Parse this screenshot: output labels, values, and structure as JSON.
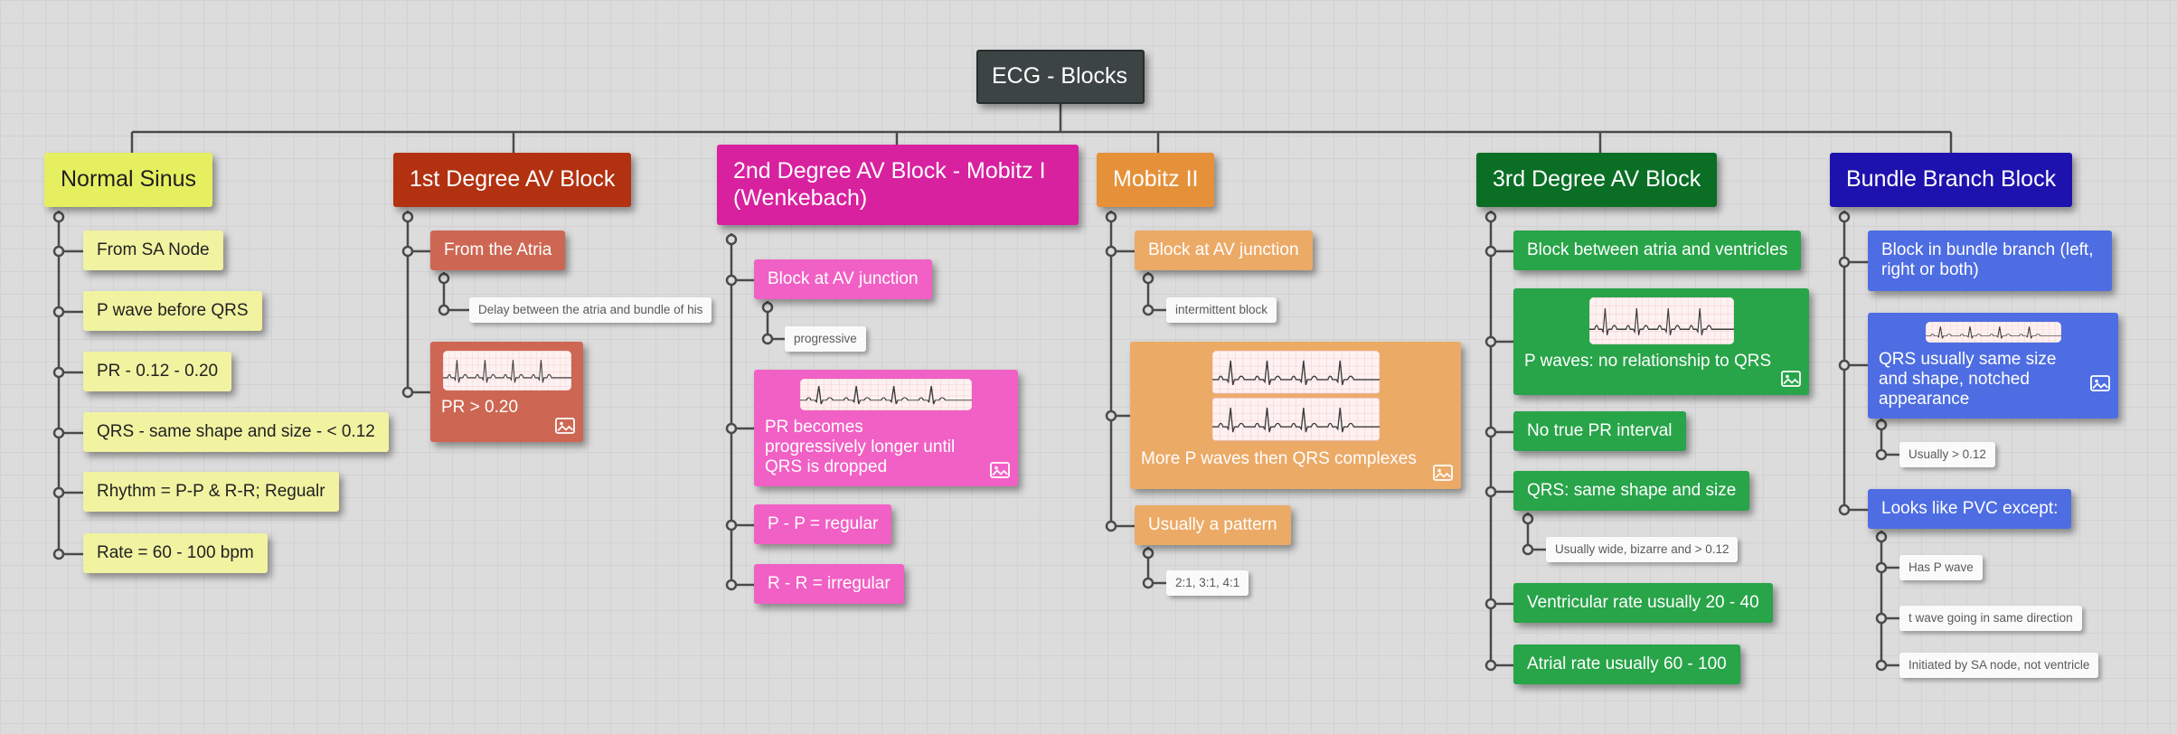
{
  "root": {
    "label": "ECG - Blocks"
  },
  "normal_sinus": {
    "label": "Normal Sinus",
    "from_sa": "From SA Node",
    "p_wave": "P wave before QRS",
    "pr": "PR - 0.12 - 0.20",
    "qrs": "QRS - same shape and size - < 0.12",
    "rhythm": "Rhythm = P-P & R-R; Regualr",
    "rate": "Rate = 60 - 100  bpm"
  },
  "first_degree": {
    "label": "1st Degree AV Block",
    "from_atria": "From the Atria",
    "delay_note": "Delay between the atria and bundle of his",
    "pr": "PR > 0.20"
  },
  "second_degree": {
    "label": "2nd Degree AV Block - Mobitz I (Wenkebach)",
    "block": "Block at AV junction",
    "progressive_note": "progressive",
    "pr_longer": "PR becomes progressively longer until QRS is dropped",
    "pp": "P - P = regular",
    "rr": "R - R = irregular"
  },
  "mobitz_ii": {
    "label": "Mobitz II",
    "block": "Block at AV junction",
    "intermittent_note": "intermittent block",
    "more_p": "More P waves then QRS complexes",
    "pattern": "Usually a pattern",
    "ratio_note": "2:1, 3:1, 4:1"
  },
  "third_degree": {
    "label": "3rd Degree AV Block",
    "block": "Block between atria and ventricles",
    "p_waves": "P waves: no relationship to QRS",
    "no_pr": "No true PR interval",
    "qrs": "QRS: same shape and size",
    "wide_note": "Usually wide, bizarre and > 0.12",
    "v_rate": "Ventricular rate usually 20 - 40",
    "a_rate": "Atrial rate usually 60 - 100"
  },
  "bundle_branch": {
    "label": "Bundle Branch Block",
    "block": "Block in bundle branch (left, right or both)",
    "qrs": "QRS usually same size and shape, notched appearance",
    "gt_note": "Usually > 0.12",
    "pvc": "Looks like PVC except:",
    "p_note": "Has P wave",
    "t_note": "t wave going in same direction",
    "sa_note": "Initiated by SA node, not ventricle"
  },
  "colors": {
    "canvas_bg": "#dcdcdc",
    "root_bg": "#3d4444",
    "normal_sinus_header": "#e6ef5f",
    "normal_sinus_child": "#f1f3a1",
    "first_degree_header": "#b23110",
    "first_degree_child": "#cd6753",
    "second_degree_header": "#d8219f",
    "second_degree_child": "#f160c4",
    "mobitz_ii_header": "#e5913a",
    "mobitz_ii_child": "#ecaa67",
    "third_degree_header": "#0a6e25",
    "third_degree_child": "#28a449",
    "bundle_branch_header": "#1d12ad",
    "bundle_branch_child": "#4e6de2",
    "connector": "#4a4a4a"
  },
  "icons": {
    "image_attachment": "image-icon",
    "connector_dot": "junction-dot"
  }
}
